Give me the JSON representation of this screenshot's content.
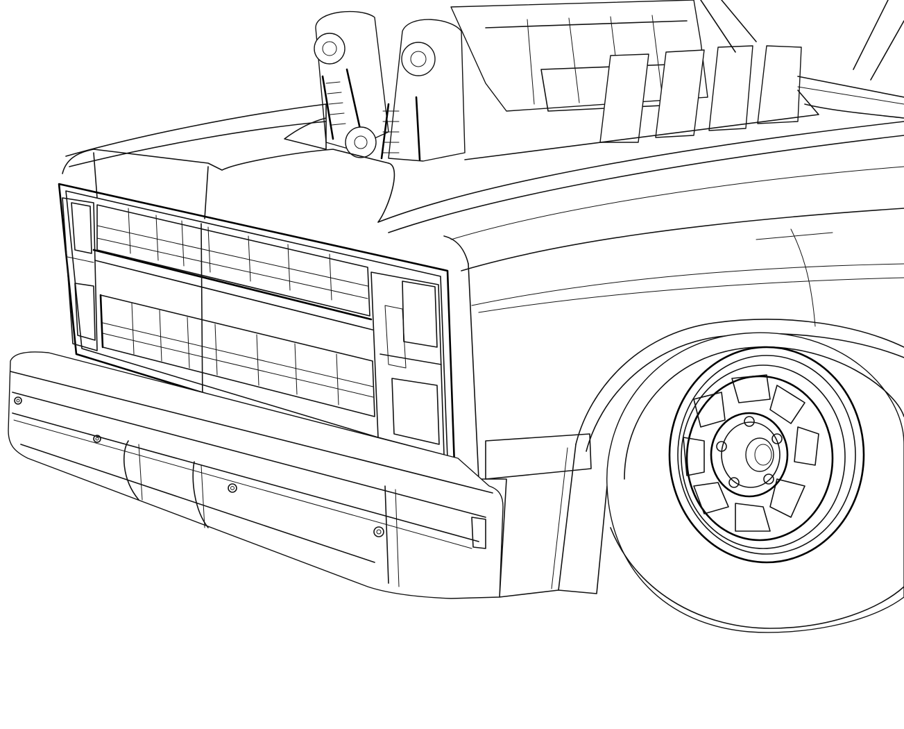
{
  "colors": {
    "background": "#ffffff",
    "ink": "#111111"
  },
  "drawing": {
    "grille_upper_cells": 7,
    "grille_lower_cells": 7,
    "wheel_windows": 8,
    "wheel_lug_nuts": 5,
    "intake_stacks": 4
  }
}
